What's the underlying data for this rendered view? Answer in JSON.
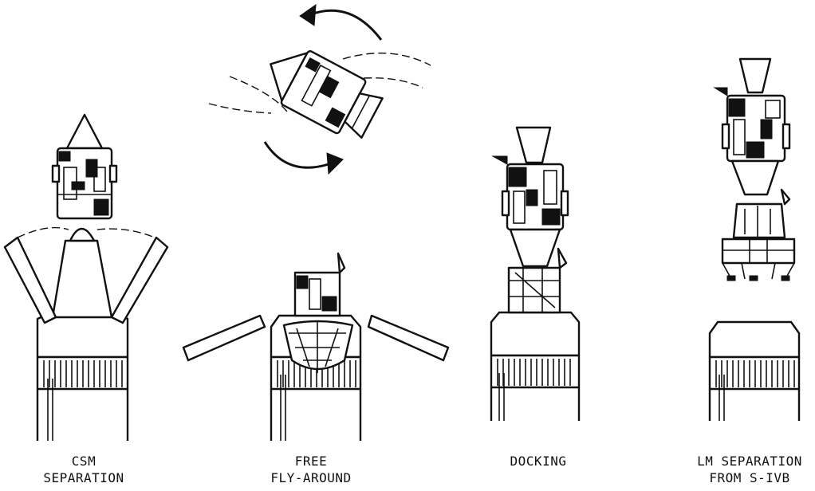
{
  "panels": [
    {
      "id": "csm-separation",
      "caption": [
        "CSM",
        "SEPARATION"
      ]
    },
    {
      "id": "free-fly-around",
      "caption": [
        "FREE",
        "FLY-AROUND"
      ]
    },
    {
      "id": "docking",
      "caption": [
        "DOCKING"
      ]
    },
    {
      "id": "lm-separation",
      "caption": [
        "LM SEPARATION",
        "FROM S-IVB"
      ]
    }
  ],
  "colors": {
    "ink": "#111111",
    "paper": "#ffffff"
  }
}
